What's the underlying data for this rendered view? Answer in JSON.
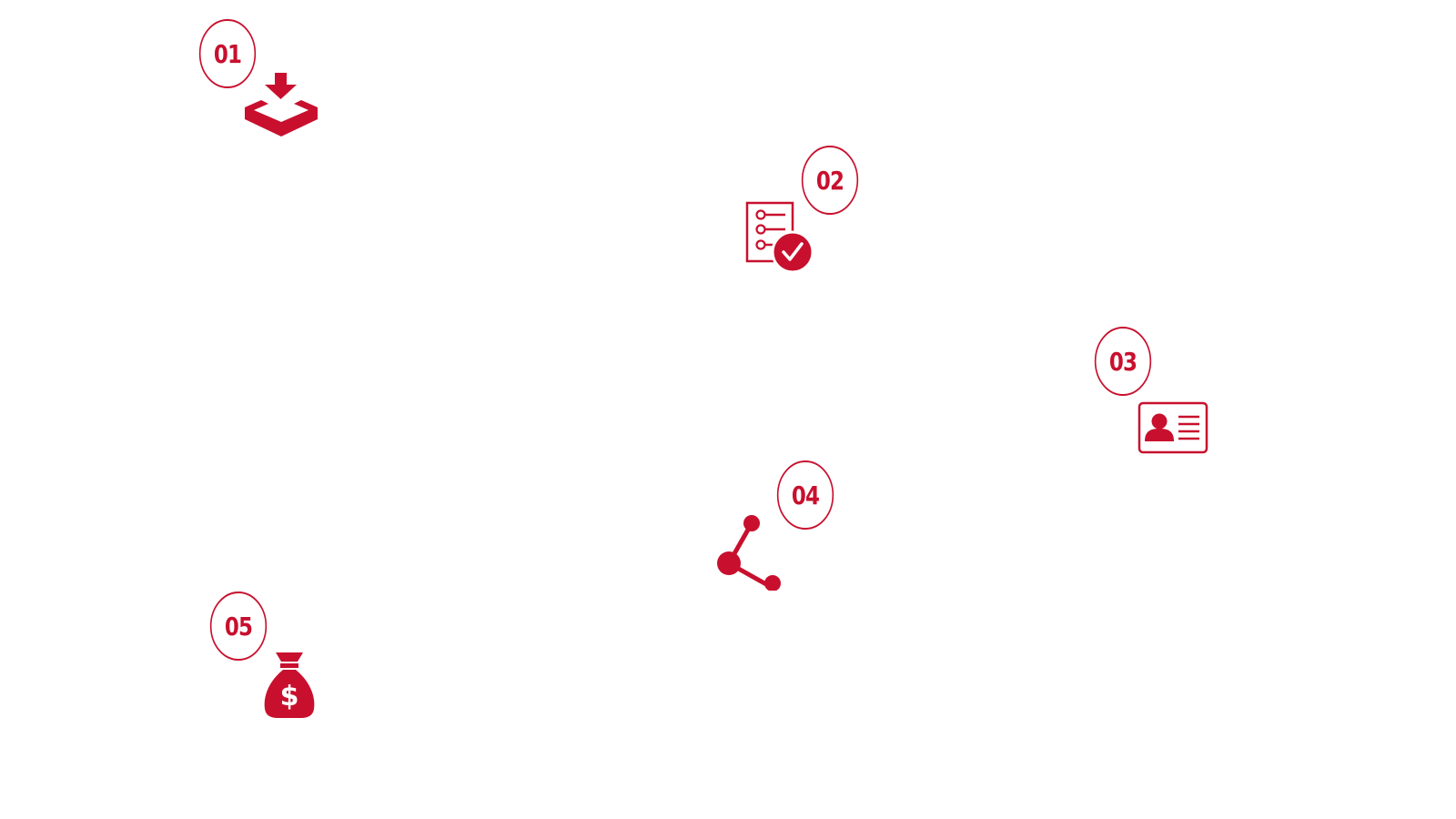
{
  "theme": {
    "accent": "#c8102e",
    "background": "#ffffff"
  },
  "steps": [
    {
      "number": "01",
      "icon": "download-to-tray-icon"
    },
    {
      "number": "02",
      "icon": "checklist-approved-icon"
    },
    {
      "number": "03",
      "icon": "id-card-icon"
    },
    {
      "number": "04",
      "icon": "connected-nodes-icon"
    },
    {
      "number": "05",
      "icon": "money-bag-icon"
    }
  ]
}
